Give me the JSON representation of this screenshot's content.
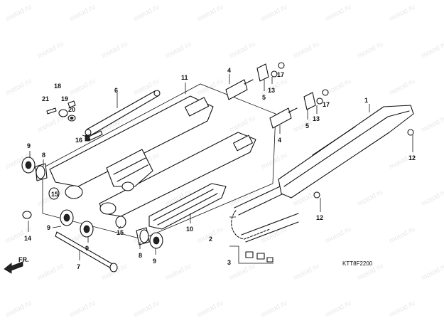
{
  "diagram": {
    "drawing_code": "KTT8F2200",
    "front_marker": "FR.",
    "watermark": "motod.ru",
    "callouts": [
      "1",
      "2",
      "3",
      "4",
      "4",
      "5",
      "5",
      "6",
      "7",
      "8",
      "8",
      "9",
      "9",
      "9",
      "9",
      "10",
      "11",
      "12",
      "12",
      "13",
      "13",
      "14",
      "15",
      "15",
      "16",
      "17",
      "17",
      "18",
      "19",
      "20",
      "21"
    ]
  }
}
